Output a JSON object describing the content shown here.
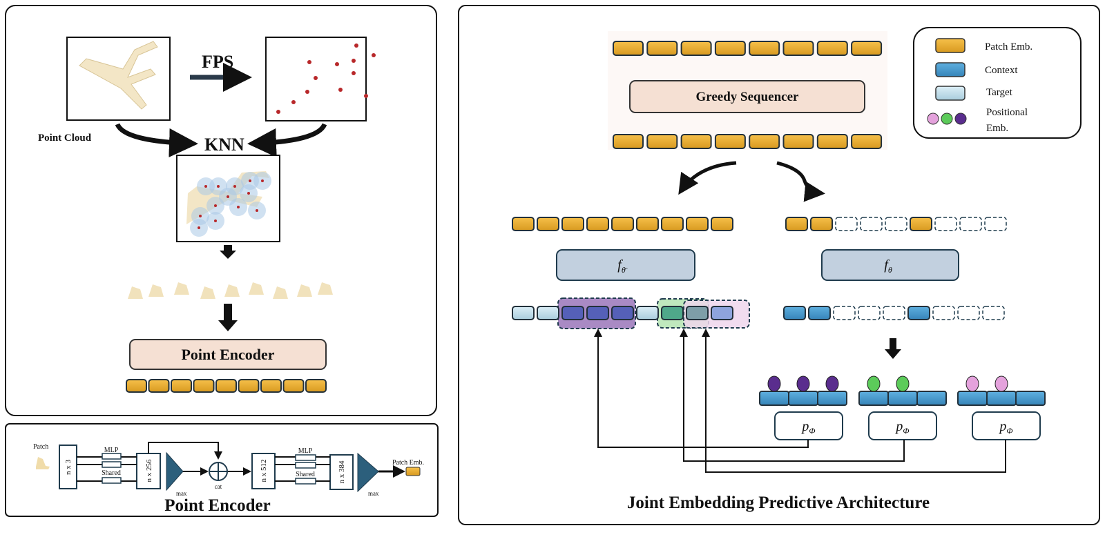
{
  "left_panel": {
    "point_cloud_label": "Point Cloud",
    "fps_label": "FPS",
    "knn_label": "KNN",
    "point_encoder_label": "Point Encoder"
  },
  "encoder_panel": {
    "patch_label": "Patch",
    "box_n3": "n x 3",
    "box_n256": "n x 256",
    "box_n512": "n x 512",
    "box_n384": "n x 384",
    "mlp_label_1": "MLP",
    "shared_label_1": "Shared",
    "mlp_label_2": "MLP",
    "shared_label_2": "Shared",
    "max_label_1": "max",
    "max_label_2": "max",
    "cat_label": "cat",
    "patch_emb_label": "Patch Emb.",
    "title": "Point Encoder"
  },
  "right_panel": {
    "greedy_sequencer_label": "Greedy Sequencer",
    "target_encoder_label": "f",
    "target_encoder_sub": "θ̄",
    "context_encoder_label": "f",
    "context_encoder_sub": "θ",
    "predictor_label": "p",
    "predictor_sub": "Φ",
    "title": "Joint Embedding Predictive Architecture",
    "legend": {
      "patch_emb": "Patch Emb.",
      "context": "Context",
      "target": "Target",
      "positional_line1": "Positional",
      "positional_line2": "Emb."
    }
  },
  "colors": {
    "patch_emb": "#f0b63a",
    "context": "#4a9fd4",
    "target": "#c6e2ee",
    "pos_pink": "#e4a2dc",
    "pos_green": "#5ccb5a",
    "pos_purple": "#5a2d8e",
    "sequencer_fill": "#f5e0d3",
    "encoder_fill": "#c2d0df",
    "encoder_block": "#2c5f7c"
  }
}
